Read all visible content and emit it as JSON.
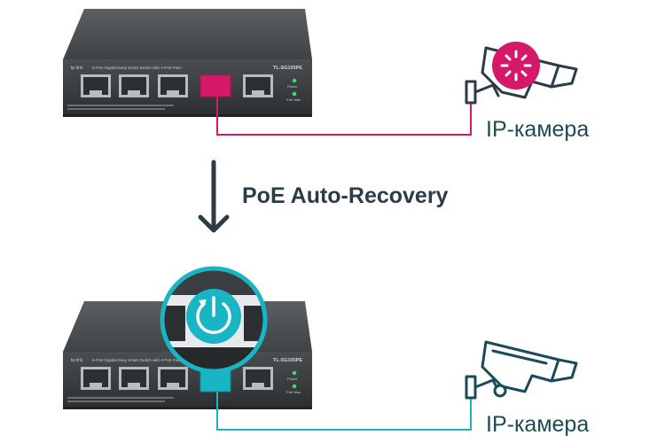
{
  "top_switch": {
    "model": "TL-SG105PE",
    "brand": "tp-link",
    "description": "5-Port Gigabit Easy Smart Switch with 4-Port PoE+",
    "led_labels": [
      "Power",
      "PoE Max"
    ],
    "active_port_color": "#d6186b"
  },
  "bottom_switch": {
    "model": "TL-SG105PE",
    "brand": "tp-link",
    "description": "5-Port Gigabit Easy Smart Switch with 4-Port PoE+",
    "led_labels": [
      "Power",
      "PoE Max"
    ],
    "active_port_color": "#1ab5c4"
  },
  "headline": "PoE Auto-Recovery",
  "camera_top": {
    "label": "IP-камера",
    "status_icon": "loading-spinner-icon",
    "accent": "#d6186b"
  },
  "camera_bottom": {
    "label": "IP-камера",
    "status_icon": "camera-icon",
    "accent": "#1ab5c4"
  },
  "recovery_badge": {
    "icon": "power-restart-icon",
    "color": "#1ab5c4"
  },
  "colors": {
    "magenta": "#d6186b",
    "teal": "#1ab5c4",
    "dark": "#2a3d46"
  }
}
